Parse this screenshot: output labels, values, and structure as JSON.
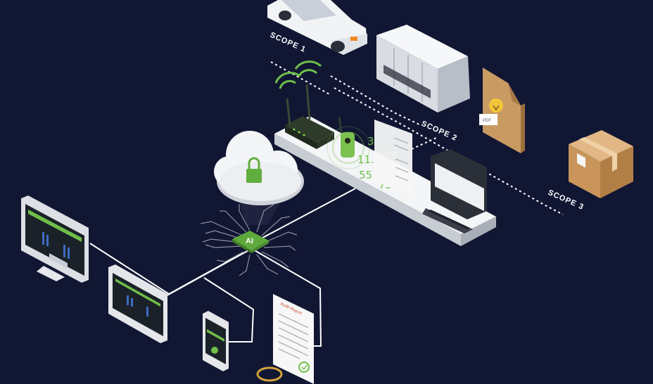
{
  "scopes": {
    "scope1": "SCOPE 1",
    "scope2": "SCOPE 2",
    "scope3": "SCOPE 3"
  },
  "chip": {
    "label": "AI"
  },
  "readings": {
    "r1": "3",
    "r2": "279",
    "r3": "11.2",
    "r4": "55",
    "r5": "75"
  },
  "pdf": {
    "label": "PDF"
  },
  "report": {
    "title": "Audit Report"
  },
  "colors": {
    "background": "#111633",
    "accent": "#6fbf4a",
    "platform": "#eef0f3",
    "link": "#ffffff"
  }
}
